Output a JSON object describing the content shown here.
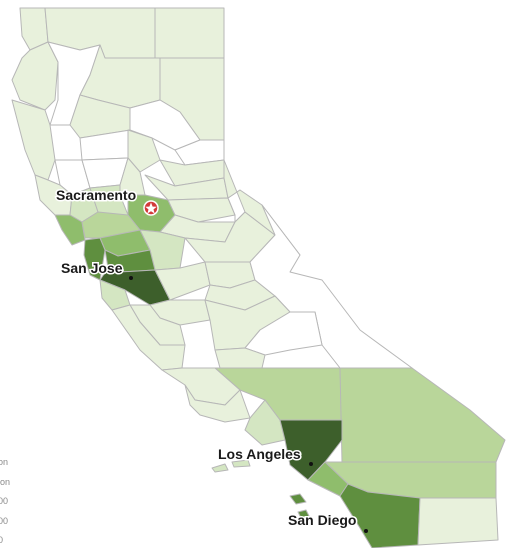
{
  "map": {
    "cities": [
      {
        "name": "Sacramento",
        "kind": "capital"
      },
      {
        "name": "San Jose",
        "kind": "city"
      },
      {
        "name": "Los Angeles",
        "kind": "city"
      },
      {
        "name": "San Diego",
        "kind": "city"
      }
    ],
    "colors": {
      "lowest": "#ffffff",
      "light": "#e8f1dc",
      "light_medium": "#d4e6c2",
      "medium": "#b9d69a",
      "medium_dark": "#8fbd6c",
      "dark": "#5f8f3f",
      "darkest": "#3d5f2b",
      "border": "#b7b7b7",
      "capital_star": "#d23a3a"
    }
  },
  "legend": {
    "items": [
      "on",
      "ion",
      "00",
      "00",
      "0"
    ]
  }
}
